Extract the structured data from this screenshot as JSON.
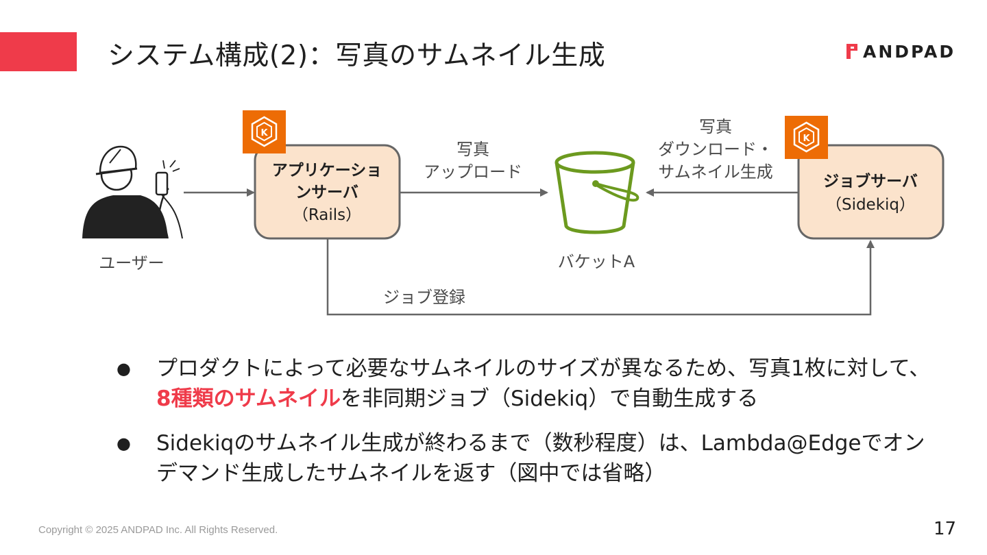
{
  "header": {
    "title": "システム構成(2)：写真のサムネイル生成",
    "logo_text": "ANDPAD",
    "accent_color": "#ef3b4a"
  },
  "diagram": {
    "user_label": "ユーザー",
    "app_server": {
      "line1": "アプリケーショ",
      "line2": "ンサーバ",
      "line3": "（Rails）"
    },
    "job_server": {
      "line1": "ジョブサーバ",
      "line2": "（Sidekiq）"
    },
    "bucket_label": "バケットA",
    "arrow_upload": {
      "line1": "写真",
      "line2": "アップロード"
    },
    "arrow_download": {
      "line1": "写真",
      "line2": "ダウンロード・",
      "line3": "サムネイル生成"
    },
    "arrow_job": "ジョブ登録",
    "badge_icon": "kubernetes-k-icon",
    "box_fill": "#fbe3cc",
    "badge_color": "#ed6c05",
    "bucket_color": "#6c9a1f"
  },
  "bullets": [
    {
      "pre": "プロダクトによって必要なサムネイルのサイズが異なるため、写真1枚に対して、",
      "highlight": "8種類のサムネイル",
      "post": "を非同期ジョブ（Sidekiq）で自動生成する"
    },
    {
      "pre": "Sidekiqのサムネイル生成が終わるまで（数秒程度）は、Lambda@Edgeでオンデマンド生成したサムネイルを返す（図中では省略）",
      "highlight": "",
      "post": ""
    }
  ],
  "footer": {
    "copyright": "Copyright © 2025 ANDPAD Inc. All Rights Reserved.",
    "page_number": "17"
  }
}
